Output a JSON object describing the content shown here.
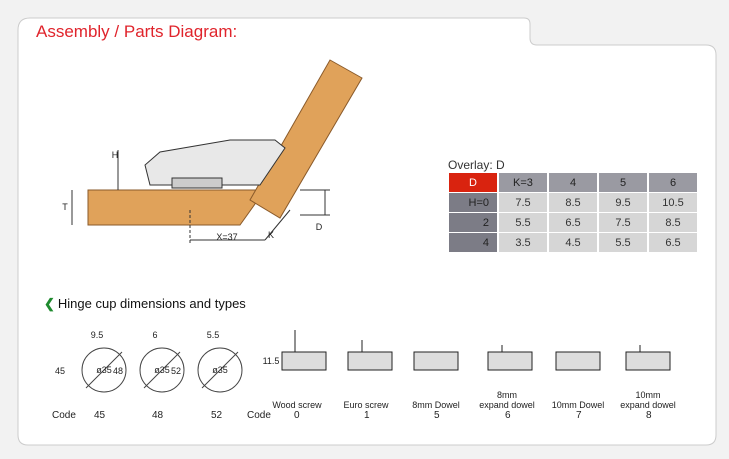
{
  "title": "Assembly / Parts Diagram:",
  "diagram_labels": {
    "h": "H",
    "t": "T",
    "x": "X=37",
    "k": "K",
    "d": "D"
  },
  "overlay": {
    "label": "Overlay: D",
    "corner": "D",
    "columns": [
      "K=3",
      "4",
      "5",
      "6"
    ],
    "rows": [
      {
        "h": "H=0",
        "values": [
          "7.5",
          "8.5",
          "9.5",
          "10.5"
        ]
      },
      {
        "h": "2",
        "values": [
          "5.5",
          "6.5",
          "7.5",
          "8.5"
        ]
      },
      {
        "h": "4",
        "values": [
          "3.5",
          "4.5",
          "5.5",
          "6.5"
        ]
      }
    ]
  },
  "section_title": "Hinge cup dimensions and types",
  "cups": [
    {
      "offset": "9.5",
      "height": "45",
      "dia": "ø35",
      "code": "45"
    },
    {
      "offset": "6",
      "height": "48",
      "dia": "ø35",
      "code": "48"
    },
    {
      "offset": "5.5",
      "height": "52",
      "dia": "ø35",
      "code": "52"
    }
  ],
  "depth": "11.5",
  "code_label": "Code",
  "types": [
    {
      "name": "Wood screw",
      "code": "0"
    },
    {
      "name": "Euro screw",
      "code": "1"
    },
    {
      "name": "8mm Dowel",
      "code": "5"
    },
    {
      "name": "8mm\nexpand dowel",
      "code": "6"
    },
    {
      "name": "10mm Dowel",
      "code": "7"
    },
    {
      "name": "10mm\nexpand dowel",
      "code": "8"
    }
  ],
  "colors": {
    "accent": "#e0242c",
    "wood": "#e0a25a",
    "green": "#1e8a2e"
  }
}
